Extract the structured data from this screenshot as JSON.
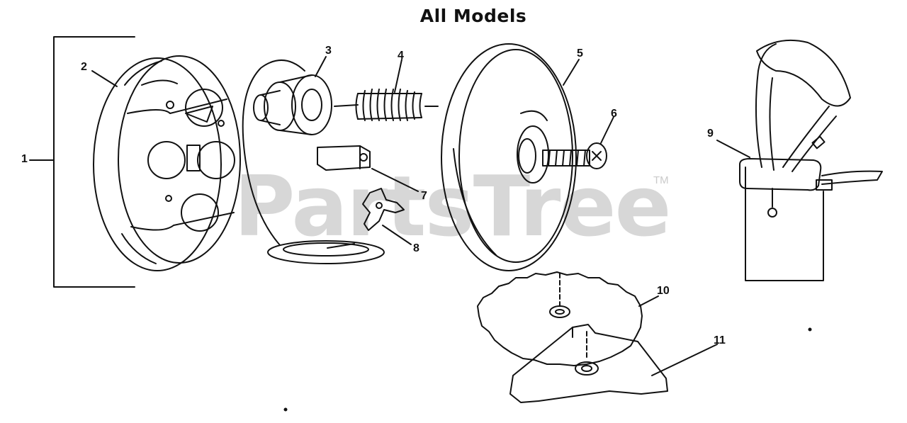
{
  "title": "All Models",
  "watermark": "PartsTree",
  "watermark_mark": "TM",
  "callouts": [
    "1",
    "2",
    "3",
    "4",
    "5",
    "6",
    "7",
    "8",
    "9",
    "10",
    "11"
  ],
  "colors": {
    "ink": "#111111",
    "watermark": "#969696",
    "background": "#ffffff"
  }
}
